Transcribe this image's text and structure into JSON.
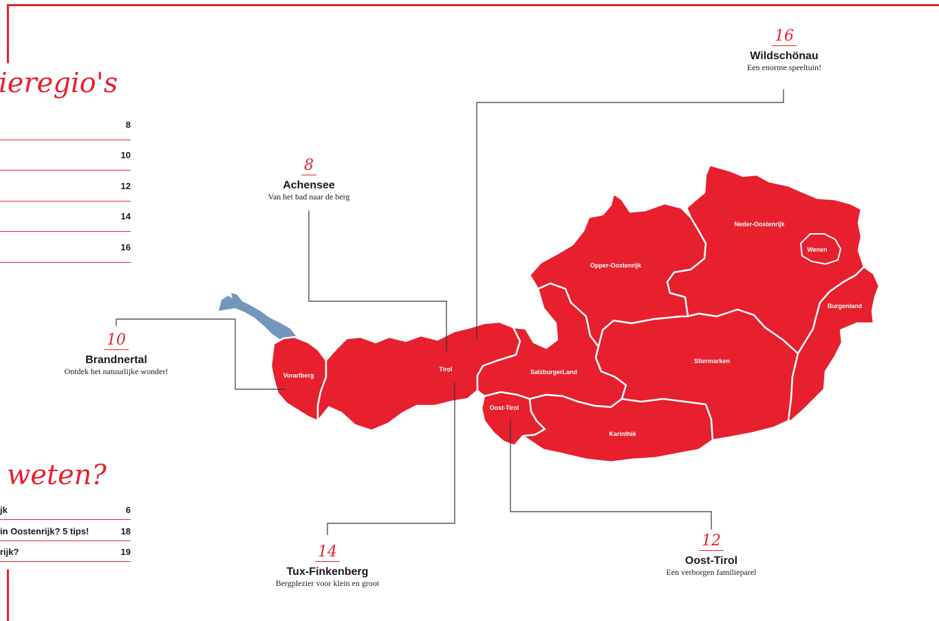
{
  "section1": {
    "title_fragment": "ieregio's",
    "page_numbers": [
      "8",
      "10",
      "12",
      "14",
      "16"
    ]
  },
  "section2": {
    "title_fragment": "weten?",
    "rows": [
      {
        "text": "jk",
        "page": "6"
      },
      {
        "text": "in Oostenrijk? 5 tips!",
        "page": "18"
      },
      {
        "text": "rijk?",
        "page": "19"
      }
    ]
  },
  "callouts": {
    "wildschonau": {
      "number": "16",
      "name": "Wildschönau",
      "subtitle": "Een enorme speeltuin!"
    },
    "achensee": {
      "number": "8",
      "name": "Achensee",
      "subtitle": "Van het bad naar de berg"
    },
    "brandnertal": {
      "number": "10",
      "name": "Brandnertal",
      "subtitle": "Ontdek het natuurlijke wonder!"
    },
    "tux": {
      "number": "14",
      "name": "Tux-Finkenberg",
      "subtitle": "Bergplezier voor klein en groot"
    },
    "oosttirol": {
      "number": "12",
      "name": "Oost-Tirol",
      "subtitle": "Een verborgen familieparel"
    }
  },
  "regions": {
    "vorarlberg": "Vorarlberg",
    "tirol": "Tirol",
    "oost_tirol": "Oost-Tirol",
    "salzburgerland": "SalzburgerLand",
    "karinthie": "Karinthië",
    "stiermarken": "Stiermarken",
    "opper_oostenrijk": "Opper-Oostenrijk",
    "neder_oostenrijk": "Neder-Oostenrijk",
    "wenen": "Wenen",
    "burgenland": "Burgenland"
  },
  "colors": {
    "accent": "#e8202e",
    "lake": "#7396bd",
    "leader": "#333333"
  }
}
